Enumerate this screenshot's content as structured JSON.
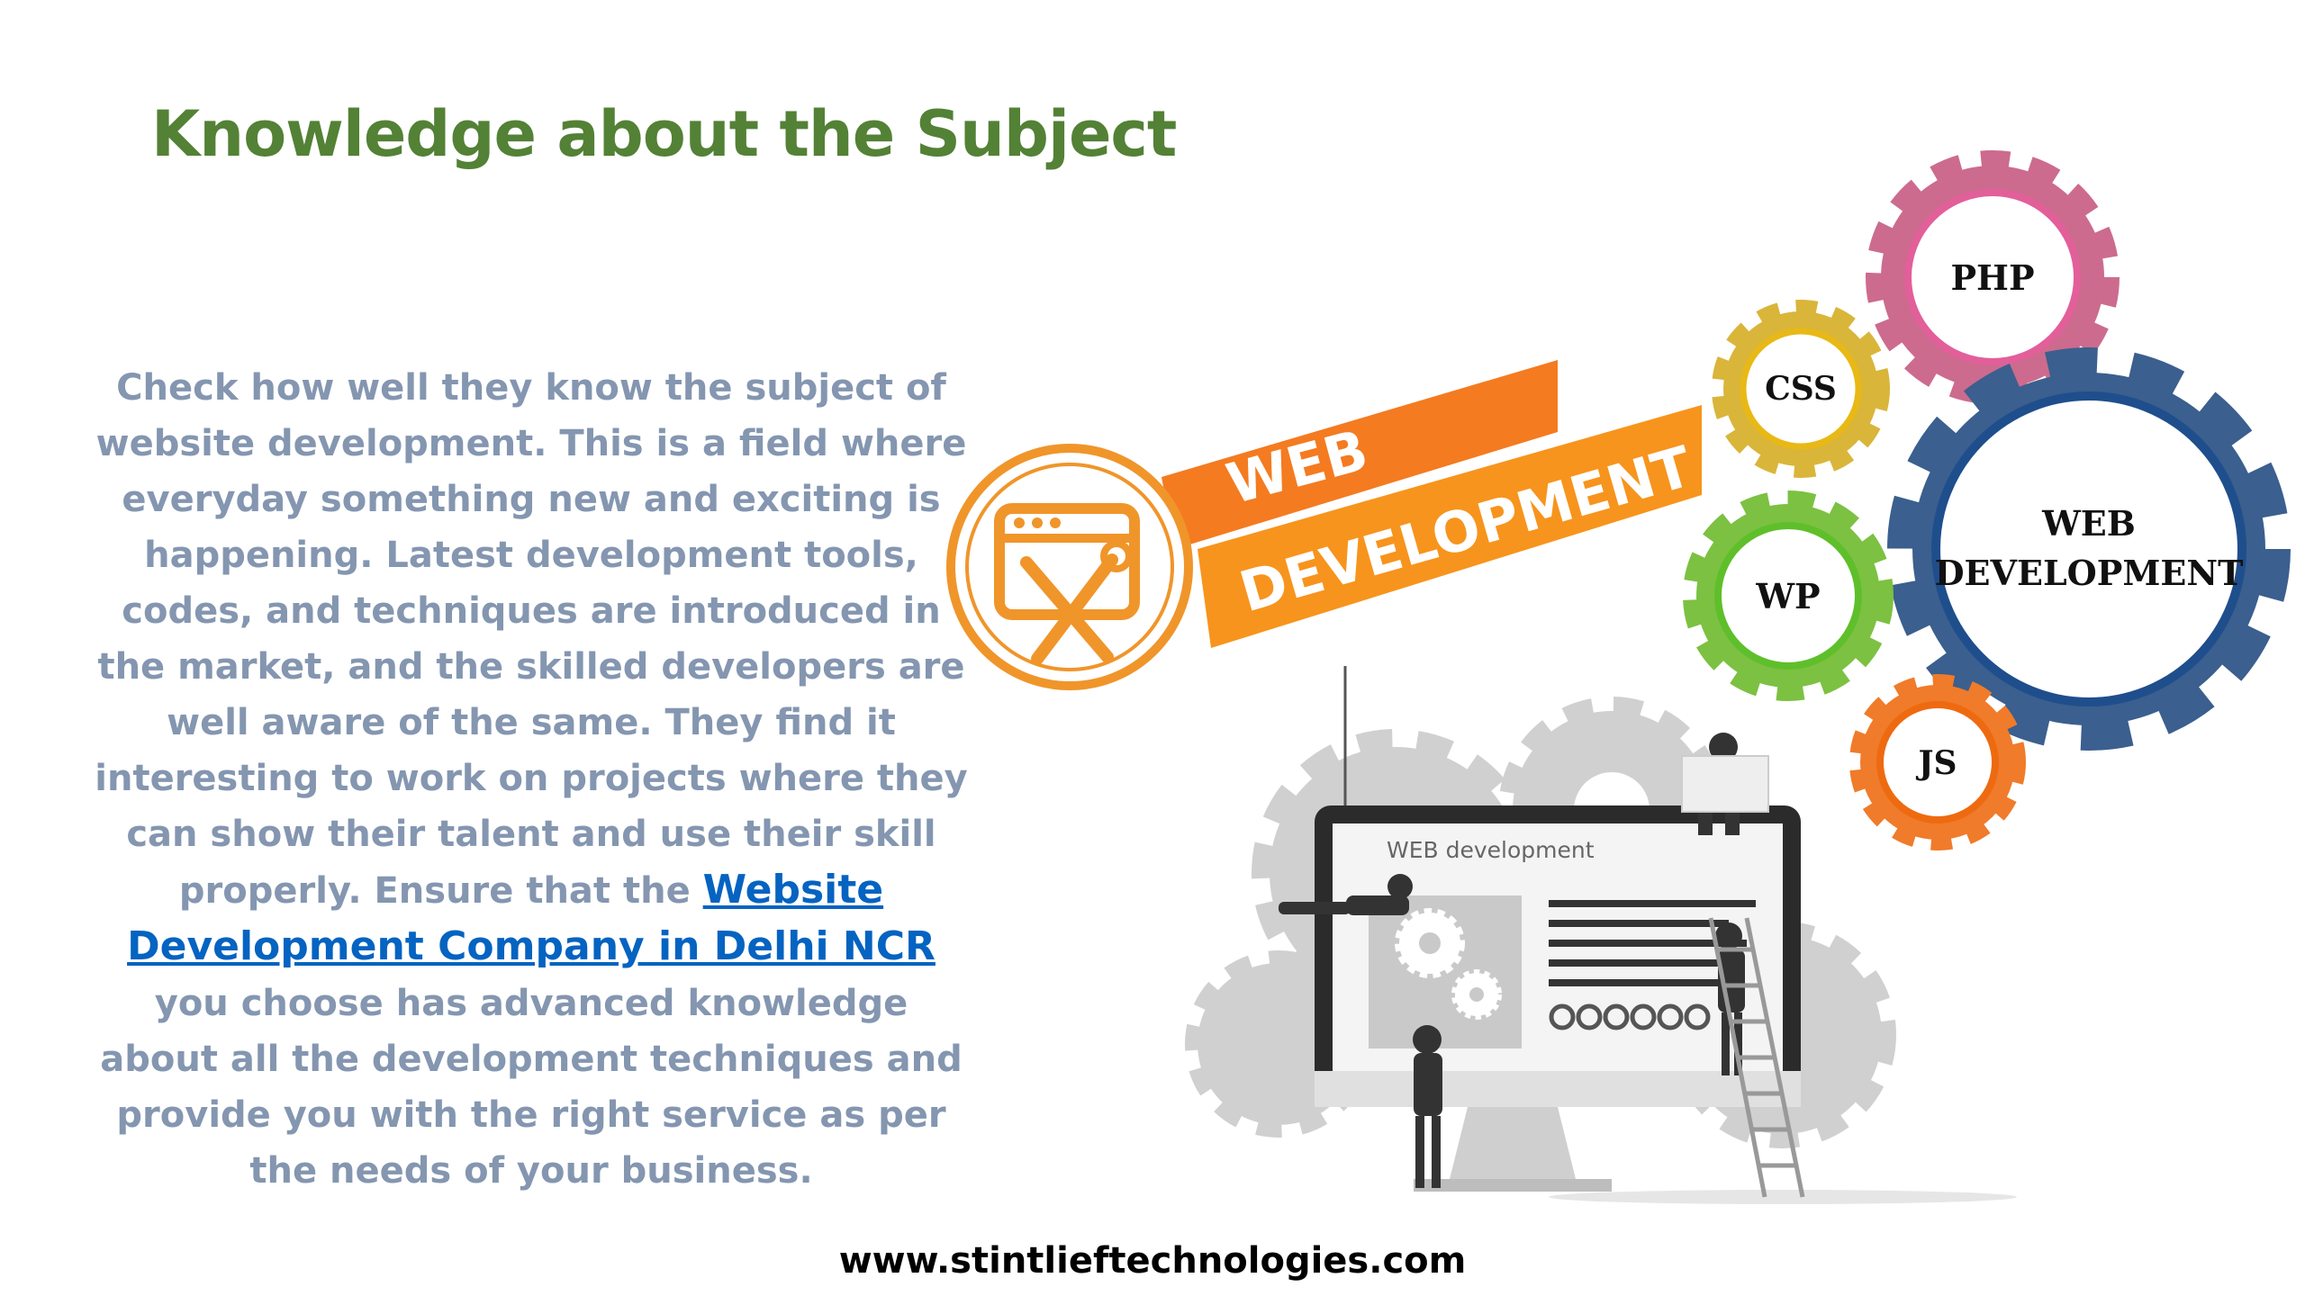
{
  "title": "Knowledge about the Subject",
  "body": {
    "paragraph_before_link": "Check how well they know the subject of website development. This is a field where everyday something new and exciting is happening. Latest development tools, codes, and techniques are introduced in the market, and the skilled developers are well aware of the same. They find it interesting to work on projects where they can show their talent and use their skill properly. Ensure that the",
    "link_text": "Website Development Company in Delhi NCR ",
    "paragraph_after_link": "you choose has advanced knowledge about all the development techniques and provide you with the right service as per the needs of your business."
  },
  "banner": {
    "line1": "WEB",
    "line2": "DEVELOPMENT"
  },
  "gears": {
    "php": "PHP",
    "css": "CSS",
    "wp": "WP",
    "js": "JS",
    "main_line1": "WEB",
    "main_line2": "DEVELOPMENT"
  },
  "monitor": {
    "screen_caption": "WEB development"
  },
  "footer": "www.stintlieftechnologies.com",
  "colors": {
    "title_green": "#538135",
    "body_text": "#8496b0",
    "link_blue": "#0563c1",
    "banner_orange": "#f47b20",
    "gear_pink": "#cc6b8e",
    "gear_yellow": "#d9b53a",
    "gear_green": "#7cc142",
    "gear_orange": "#f07b2a",
    "gear_blue": "#3b5f8e"
  }
}
